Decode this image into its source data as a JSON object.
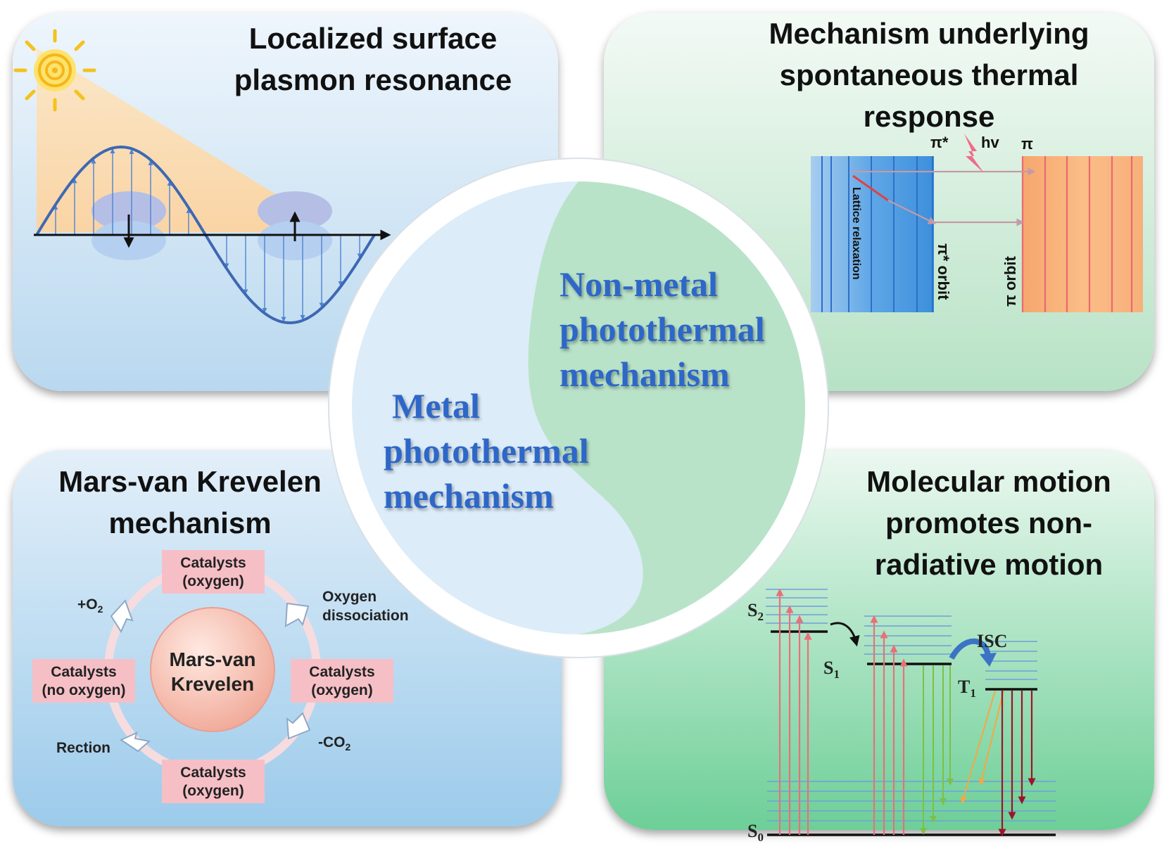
{
  "panels": {
    "lspr": {
      "title": "Localized surface plasmon resonance"
    },
    "thermal": {
      "title": "Mechanism underlying spontaneous thermal response",
      "labels": {
        "pi_star_top": "π*",
        "hv": "hv",
        "pi_top": "π",
        "lattice_relaxation": "Lattice relaxation",
        "pi_star_orbit": "π* orbit",
        "pi_orbit": "π orbit"
      }
    },
    "mvk": {
      "title": "Mars-van Krevelen mechanism",
      "center_line1": "Mars-van",
      "center_line2": "Krevelen",
      "boxes": {
        "top": [
          "Catalysts",
          "(oxygen)"
        ],
        "right": [
          "Catalysts",
          "(oxygen)"
        ],
        "bottom": [
          "Catalysts",
          "(oxygen)"
        ],
        "left": [
          "Catalysts",
          "(no oxygen)"
        ]
      },
      "steps": {
        "oxygen_dissociation_1": "Oxygen",
        "oxygen_dissociation_2": "dissociation",
        "minus_co2": "-CO",
        "minus_co2_sub": "2",
        "reaction": "Rection",
        "plus_o2": "+O",
        "plus_o2_sub": "2"
      }
    },
    "molecular": {
      "title": "Molecular motion promotes non-radiative motion",
      "levels": {
        "s2": "S",
        "s2_sub": "2",
        "s1": "S",
        "s1_sub": "1",
        "t1": "T",
        "t1_sub": "1",
        "s0": "S",
        "s0_sub": "0",
        "isc": "ISC"
      }
    }
  },
  "center": {
    "metal": [
      "Metal",
      "photothermal",
      "mechanism"
    ],
    "non_metal": [
      "Non-metal",
      "photothermal",
      "mechanism"
    ]
  }
}
